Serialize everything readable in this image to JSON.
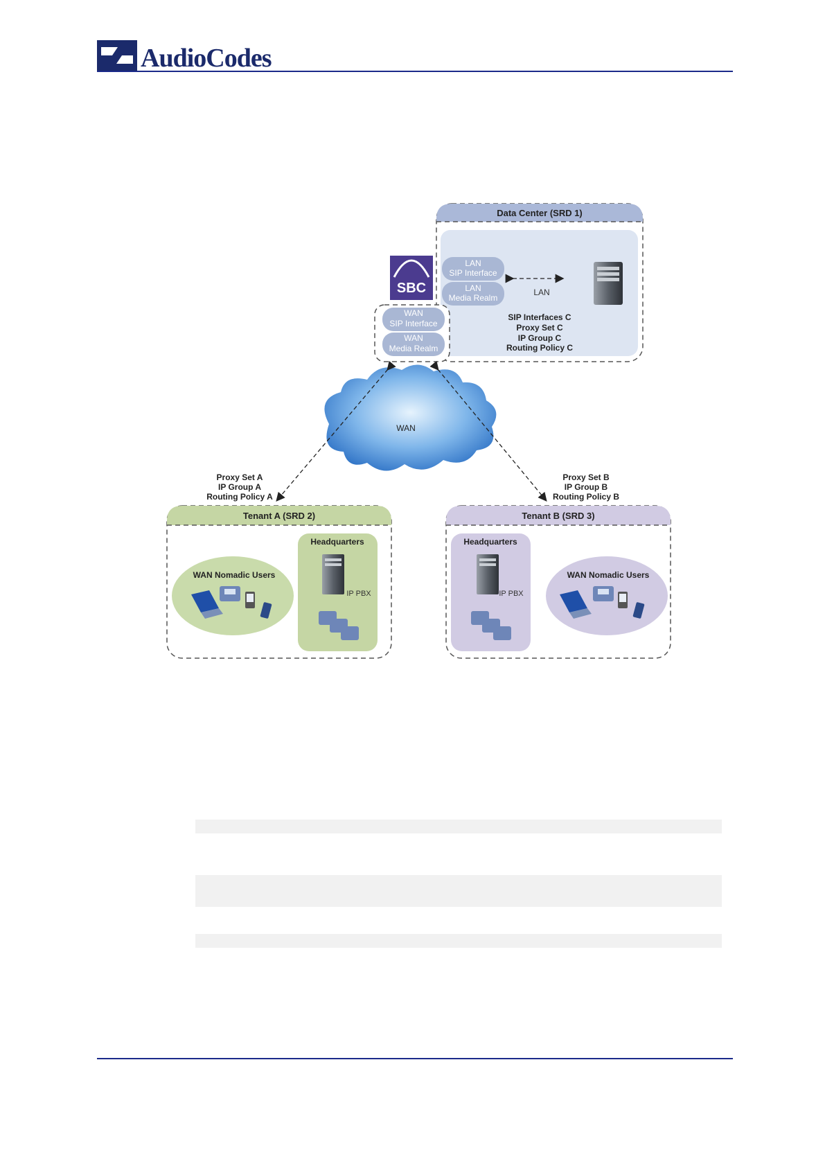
{
  "brand": {
    "name": "AudioCodes",
    "color": "#1b2a6b"
  },
  "diagram": {
    "data_center": {
      "title": "Data Center (SRD 1)",
      "lan_sip_1": "LAN",
      "lan_sip_2": "SIP Interface",
      "lan_media_1": "LAN",
      "lan_media_2": "Media Realm",
      "lan_label": "LAN",
      "config_1": "SIP Interfaces C",
      "config_2": "Proxy Set C",
      "config_3": "IP Group C",
      "config_4": "Routing Policy C"
    },
    "sbc": {
      "label": "SBC",
      "wan_sip_1": "WAN",
      "wan_sip_2": "SIP Interface",
      "wan_media_1": "WAN",
      "wan_media_2": "Media Realm"
    },
    "wan_cloud": "WAN",
    "link_a": {
      "line1": "Proxy Set A",
      "line2": "IP Group A",
      "line3": "Routing Policy A"
    },
    "link_b": {
      "line1": "Proxy Set B",
      "line2": "IP Group B",
      "line3": "Routing Policy B"
    },
    "tenant_a": {
      "title": "Tenant A (SRD 2)",
      "nomadic": "WAN Nomadic Users",
      "hq": "Headquarters",
      "pbx": "IP PBX"
    },
    "tenant_b": {
      "title": "Tenant B (SRD 3)",
      "nomadic": "WAN Nomadic Users",
      "hq": "Headquarters",
      "pbx": "IP PBX"
    }
  }
}
